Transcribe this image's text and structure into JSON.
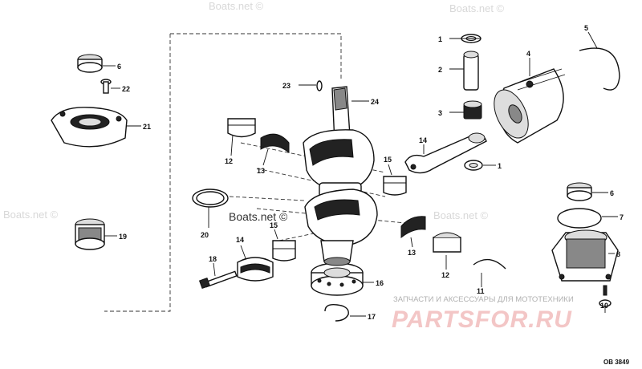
{
  "watermarks": {
    "top": "Boats.net ©",
    "left": "Boats.net ©",
    "center": "Boats.net ©",
    "right": "Boats.net ©",
    "mid_right": "Boats.net ©"
  },
  "shop": {
    "caption": "ЗАПЧАСТИ И АКСЕССУАРЫ ДЛЯ МОТОТЕХНИКИ",
    "logo": "PARTSFOR.RU"
  },
  "drawing_ref": "OB 3849",
  "callouts": {
    "c1a": "1",
    "c1b": "1",
    "c2": "2",
    "c3": "3",
    "c4": "4",
    "c5": "5",
    "c6a": "6",
    "c6b": "6",
    "c7": "7",
    "c8": "8",
    "c10": "10",
    "c11": "11",
    "c12a": "12",
    "c12b": "12",
    "c13a": "13",
    "c13b": "13",
    "c14a": "14",
    "c14b": "14",
    "c15a": "15",
    "c15b": "15",
    "c16": "16",
    "c17": "17",
    "c18": "18",
    "c19": "19",
    "c20": "20",
    "c21": "21",
    "c22": "22",
    "c23": "23",
    "c24": "24"
  }
}
